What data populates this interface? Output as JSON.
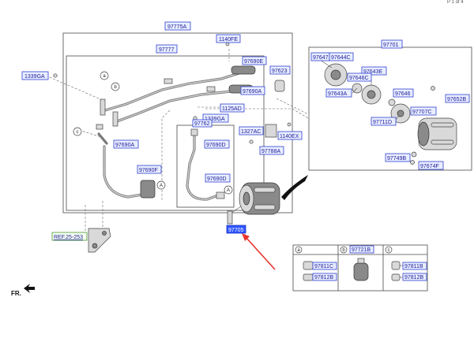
{
  "corner_text": "P 1 of 4",
  "labels": {
    "l97775A": "97775A",
    "l97777": "97777",
    "l1140FE": "1140FE",
    "l1339GA_left": "1339GA",
    "l97690E": "97690E",
    "l97623": "97623",
    "l97690A_top": "97690A",
    "l1125AD": "1125AD",
    "l1339GA_mid": "1339GA",
    "l97762": "97762",
    "l1327AC": "1327AC",
    "l1140EX": "1140EX",
    "l97788A": "97788A",
    "l97690A_left": "97690A",
    "l97690D_top": "97690D",
    "l97690F": "97690F",
    "l97690D_low": "97690D",
    "l97701": "97701",
    "l97647": "97647",
    "l97644C": "97644C",
    "l97643E": "97643E",
    "l97646C": "97646C",
    "l97643A": "97643A",
    "l97646": "97646",
    "l97652B": "97652B",
    "l97707C": "97707C",
    "l97711D": "97711D",
    "l97749B": "97749B",
    "l97674F": "97674F",
    "l97705": "97705",
    "lREF": "REF.25-253",
    "l97811C": "97811C",
    "l97812B_a": "97812B",
    "l97721B": "97721B",
    "l97811B": "97811B",
    "l97812B_c": "97812B"
  },
  "callouts": {
    "a": "a",
    "b": "b",
    "c": "c",
    "A": "A"
  },
  "front_marker": "FR.",
  "colors": {
    "label_fill": "#e9eeff",
    "label_stroke": "#2f3fd0",
    "highlight": "#2f55ff",
    "pointer": "#e8322c"
  }
}
